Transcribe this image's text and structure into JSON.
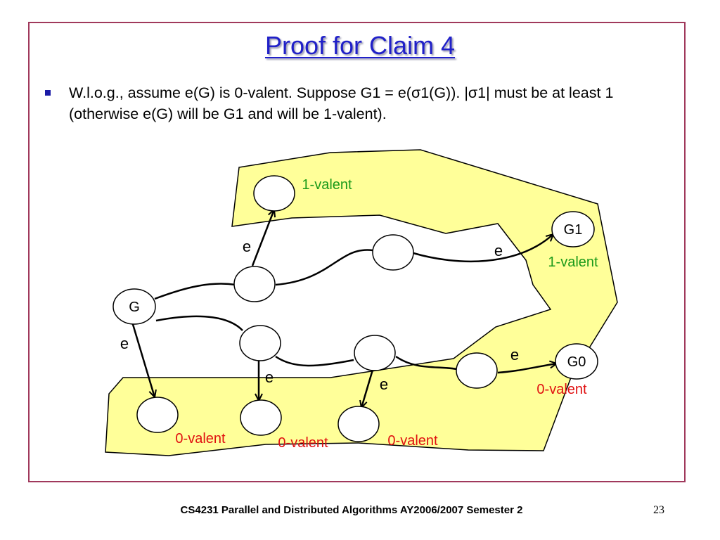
{
  "slide": {
    "title": "Proof for Claim 4",
    "bullet": "W.l.o.g., assume e(G) is 0-valent. Suppose G1 = e(σ1(G)). |σ1| must be at least 1 (otherwise e(G) will be G1 and will be 1-valent).",
    "footer": "CS4231 Parallel and Distributed Algorithms AY2006/2007 Semester 2",
    "page_number": "23"
  },
  "diagram": {
    "nodes": {
      "g": "G",
      "g1": "G1",
      "g0": "G0"
    },
    "edge_labels": {
      "e_top_up": "e",
      "e_top_g1": "e",
      "e_from_g": "e",
      "e_mid1": "e",
      "e_mid2": "e",
      "e_g0": "e"
    },
    "valence": {
      "top_left": "1-valent",
      "g1": "1-valent",
      "g0": "0-valent",
      "bottom1": "0-valent",
      "bottom2": "0-valent",
      "bottom3": "0-valent"
    },
    "colors": {
      "one_valent": "#1a9a1a",
      "zero_valent": "#e01010",
      "region_fill": "#ffff99",
      "frame": "#a0395c",
      "title": "#2020c8"
    }
  }
}
